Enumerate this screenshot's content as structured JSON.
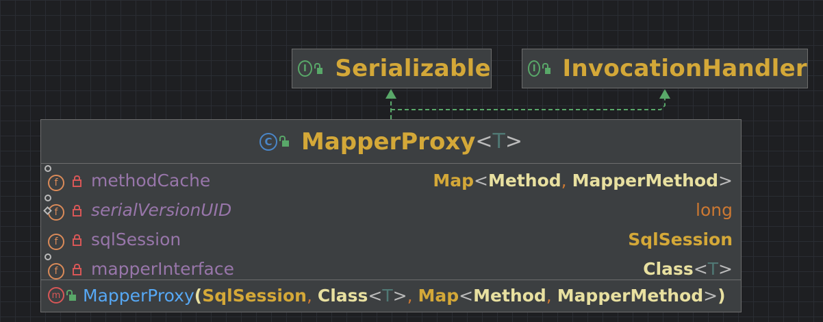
{
  "interfaces": [
    {
      "name": "Serializable",
      "badge": "I"
    },
    {
      "name": "InvocationHandler",
      "badge": "I"
    }
  ],
  "class": {
    "badge": "C",
    "name": "MapperProxy",
    "type_param_open": "<",
    "type_param": "T",
    "type_param_close": ">",
    "fields": [
      {
        "name": "methodCache",
        "type_parts": [
          "Map",
          "<",
          "Method",
          ", ",
          "MapperMethod",
          ">"
        ]
      },
      {
        "name": "serialVersionUID",
        "type": "long"
      },
      {
        "name": "sqlSession",
        "type": "SqlSession"
      },
      {
        "name": "mapperInterface",
        "type_parts": [
          "Class",
          "<",
          "T",
          ">"
        ]
      }
    ],
    "method": {
      "name": "MapperProxy",
      "params_parts": [
        "(",
        "SqlSession",
        ", ",
        "Class",
        "<",
        "T",
        ">",
        ", ",
        "Map",
        "<",
        "Method",
        ", ",
        "MapperMethod",
        ">",
        ")"
      ]
    }
  },
  "colors": {
    "interface_badge": "#59a869",
    "class_badge": "#4a86c8",
    "field_badge": "#db8b59",
    "method_badge": "#d95757",
    "type_name": "#d4a838",
    "field_name": "#9876aa",
    "method_name": "#56a8f5",
    "edge": "#59a869"
  },
  "icons": [
    "interface-icon",
    "class-icon",
    "field-icon",
    "method-icon",
    "public-lock-icon",
    "private-lock-icon"
  ]
}
